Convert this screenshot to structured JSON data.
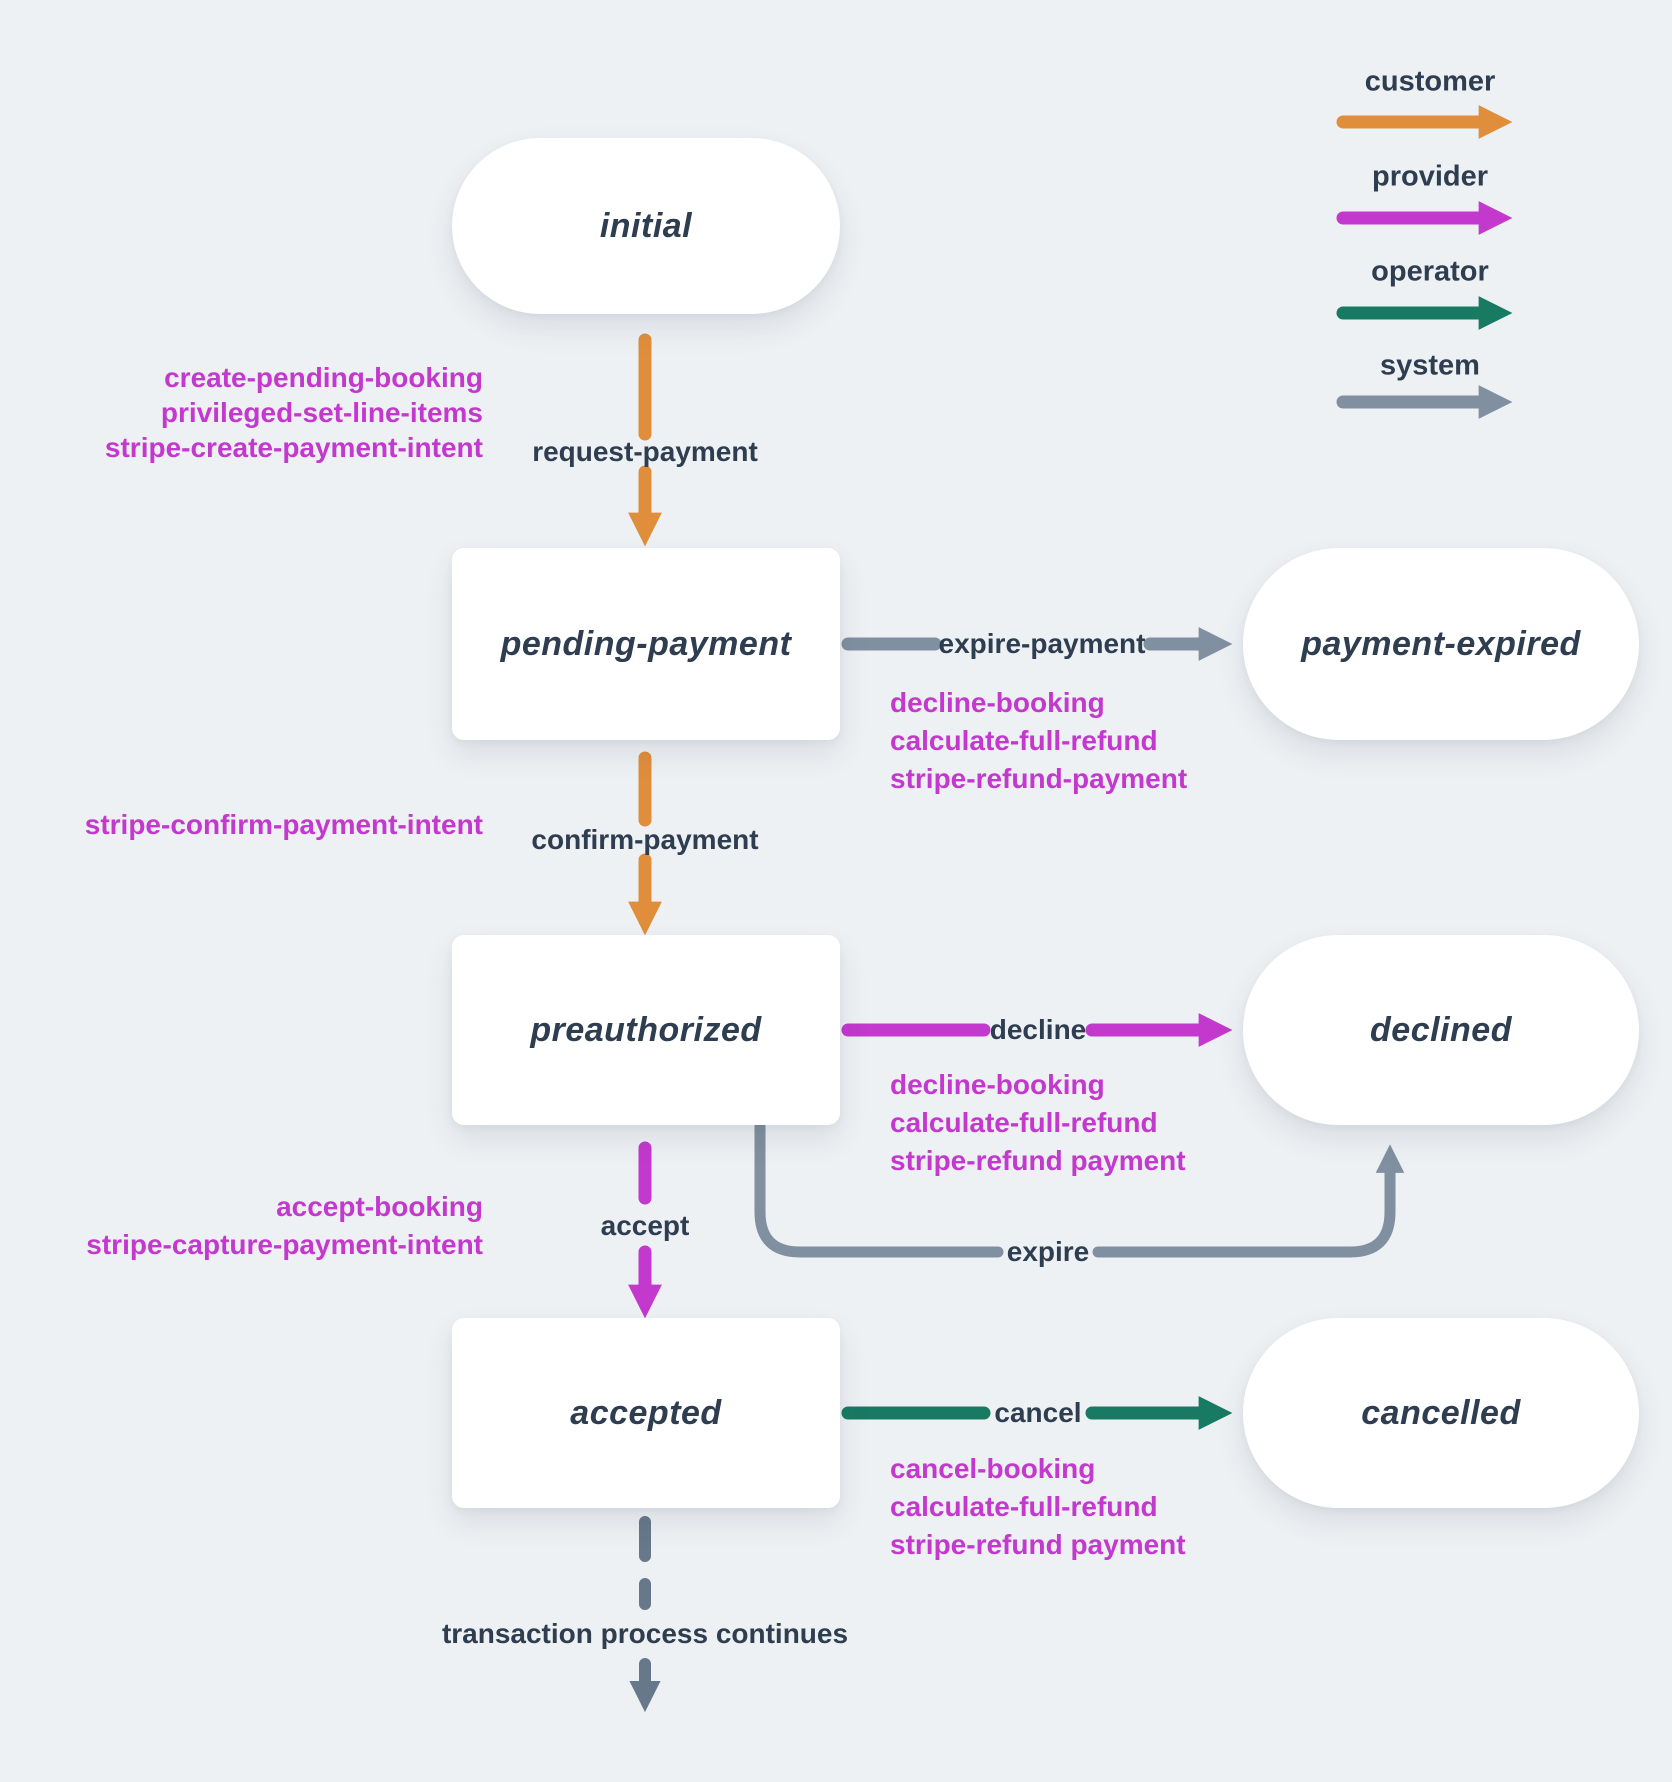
{
  "colors": {
    "customer": "#e08e3c",
    "provider": "#c338cd",
    "operator": "#187a63",
    "system": "#8090a0",
    "system_dark": "#67788a",
    "action_text": "#c338cd",
    "text": "#2e3d4f",
    "background": "#edf1f4",
    "node_fill": "#ffffff"
  },
  "legend": {
    "items": [
      {
        "id": "customer",
        "label": "customer"
      },
      {
        "id": "provider",
        "label": "provider"
      },
      {
        "id": "operator",
        "label": "operator"
      },
      {
        "id": "system",
        "label": "system"
      }
    ]
  },
  "states": {
    "initial": {
      "label": "initial",
      "shape": "stadium"
    },
    "pending_payment": {
      "label": "pending-payment",
      "shape": "rect"
    },
    "payment_expired": {
      "label": "payment-expired",
      "shape": "stadium"
    },
    "preauthorized": {
      "label": "preauthorized",
      "shape": "rect"
    },
    "declined": {
      "label": "declined",
      "shape": "stadium"
    },
    "accepted": {
      "label": "accepted",
      "shape": "rect"
    },
    "cancelled": {
      "label": "cancelled",
      "shape": "stadium"
    }
  },
  "transitions": {
    "request_payment": {
      "label": "request-payment",
      "actor": "customer",
      "from": "initial",
      "to": "pending-payment",
      "actions": [
        "create-pending-booking",
        "privileged-set-line-items",
        "stripe-create-payment-intent"
      ]
    },
    "expire_payment": {
      "label": "expire-payment",
      "actor": "system",
      "from": "pending-payment",
      "to": "payment-expired",
      "actions": [
        "decline-booking",
        "calculate-full-refund",
        "stripe-refund-payment"
      ]
    },
    "confirm_payment": {
      "label": "confirm-payment",
      "actor": "customer",
      "from": "pending-payment",
      "to": "preauthorized",
      "actions": [
        "stripe-confirm-payment-intent"
      ]
    },
    "decline": {
      "label": "decline",
      "actor": "provider",
      "from": "preauthorized",
      "to": "declined",
      "actions": [
        "decline-booking",
        "calculate-full-refund",
        "stripe-refund payment"
      ]
    },
    "expire": {
      "label": "expire",
      "actor": "system",
      "from": "preauthorized",
      "to": "declined",
      "actions": []
    },
    "accept": {
      "label": "accept",
      "actor": "provider",
      "from": "preauthorized",
      "to": "accepted",
      "actions": [
        "accept-booking",
        "stripe-capture-payment-intent"
      ]
    },
    "cancel": {
      "label": "cancel",
      "actor": "operator",
      "from": "accepted",
      "to": "cancelled",
      "actions": [
        "cancel-booking",
        "calculate-full-refund",
        "stripe-refund payment"
      ]
    },
    "continue": {
      "label": "transaction process continues",
      "actor": "system",
      "from": "accepted",
      "to": ""
    }
  }
}
